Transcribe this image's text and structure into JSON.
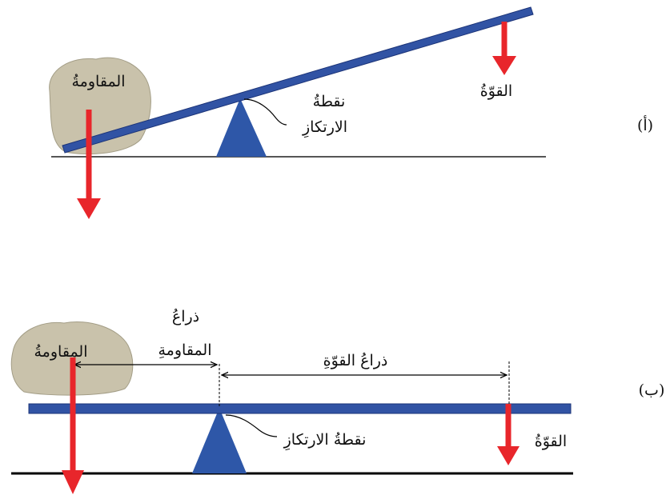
{
  "colors": {
    "beam": "#3153a4",
    "beam_edge": "#1c3478",
    "fulcrum": "#2e57a8",
    "arrow": "#e8262b",
    "rock": "#c9c2ab",
    "rock_edge": "#a39d86",
    "ground_a": "#555555",
    "ground_b": "#000000"
  },
  "panel_a": {
    "panel_label": "(أ)",
    "resistance_label": "المقاومةُ",
    "effort_label": "القوّةُ",
    "fulcrum_label_line1": "نقطةُ",
    "fulcrum_label_line2": "الارتكازِ"
  },
  "panel_b": {
    "panel_label": "(ب)",
    "resistance_label": "المقاومةُ",
    "resistance_arm_line1": "ذراعُ",
    "resistance_arm_line2": "المقاومةِ",
    "effort_arm_label": "ذراعُ القوّةِ",
    "fulcrum_label": "نقطةُ الارتكازِ",
    "effort_label": "القوّةُ"
  }
}
